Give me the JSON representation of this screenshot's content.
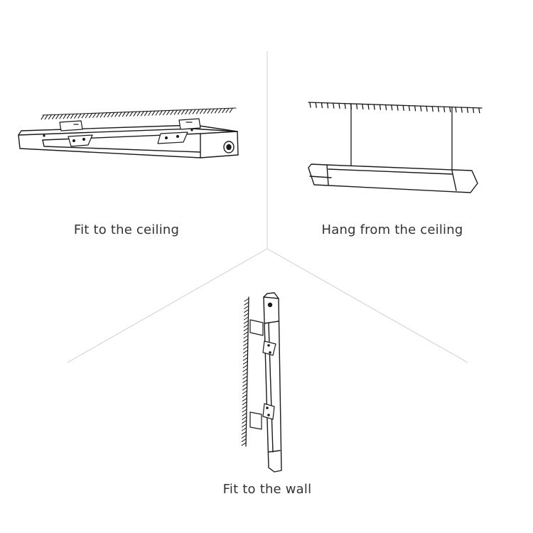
{
  "captions": {
    "fit_ceiling": "Fit to the ceiling",
    "hang_ceiling": "Hang from the ceiling",
    "fit_wall": "Fit to the wall"
  },
  "colors": {
    "line": "#1a1a1a",
    "divider": "#cfcfcf",
    "caption": "#333333"
  }
}
